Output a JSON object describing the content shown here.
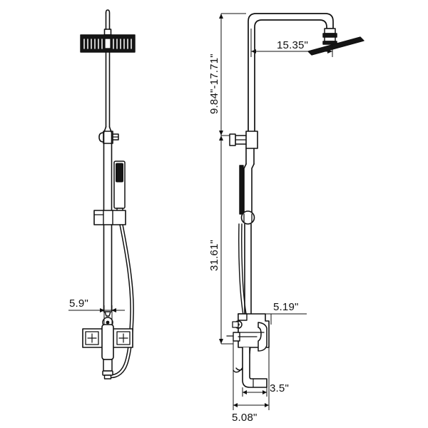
{
  "document": {
    "type": "technical-dimension-drawing",
    "subject": "Wall-mounted rain shower system with handheld shower and tub spout",
    "background_color": "#ffffff",
    "line_color": "#111111"
  },
  "views": [
    {
      "id": "front-view",
      "name": "front-elevation-view",
      "label": ""
    },
    {
      "id": "side-view",
      "name": "side-elevation-view",
      "label": ""
    }
  ],
  "dimensions": {
    "shower_arm_reach": {
      "value": "15.35\"",
      "name": "shower-arm-reach-dimension",
      "orientation": "horizontal",
      "view": "side-view"
    },
    "riser_height_range": {
      "value": "9.84\"-17.71\"",
      "name": "riser-height-range-dimension",
      "orientation": "vertical",
      "view": "side-view"
    },
    "overall_height": {
      "value": "31.61\"",
      "name": "overall-height-dimension",
      "orientation": "vertical",
      "view": "side-view"
    },
    "slide_bar_width": {
      "value": "5.9\"",
      "name": "slide-bar-width-dimension",
      "orientation": "horizontal",
      "view": "front-view"
    },
    "valve_projection": {
      "value": "5.19\"",
      "name": "valve-projection-dimension",
      "orientation": "horizontal-leader",
      "view": "side-view"
    },
    "spout_depth": {
      "value": "3.5\"",
      "name": "spout-depth-dimension",
      "orientation": "horizontal",
      "view": "side-view"
    },
    "valve_depth": {
      "value": "5.08\"",
      "name": "valve-depth-dimension",
      "orientation": "horizontal",
      "view": "side-view"
    }
  },
  "components": {
    "rain_shower_head": "rain-shower-head",
    "shower_arm": "shower-arm",
    "riser_pipe": "riser-pipe",
    "slide_bar_bracket": "slide-bar-bracket",
    "handheld_shower": "handheld-shower",
    "handheld_holder": "handheld-holder",
    "shower_hose": "shower-hose",
    "mixer_valve_body": "mixer-valve-body",
    "valve_handle": "valve-handle",
    "tub_spout": "tub-spout",
    "wall_escutcheon": "wall-escutcheon",
    "diverter_knob": "diverter-knob"
  }
}
